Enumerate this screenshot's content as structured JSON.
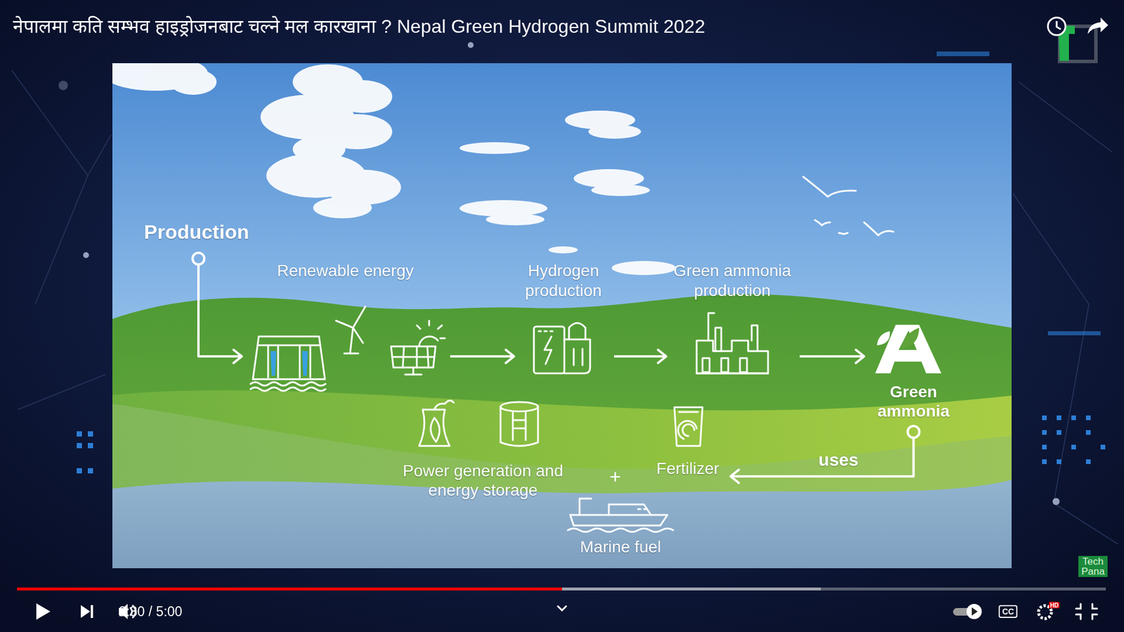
{
  "diagram": {
    "title": "नेपालमा कति सम्भव हाइड्रोजनबाट चल्ने मल कारखाना ? Nepal Green Hydrogen Summit 2022",
    "nodes": [
      {
        "text": [
          "Production"
        ]
      },
      {
        "text": [
          "Renewable energy"
        ]
      },
      {
        "text": [
          "Hydrogen production"
        ]
      },
      {
        "text": [
          "Green ammonia production"
        ]
      },
      {
        "text": [
          "Green ammonia"
        ]
      },
      {
        "text": [
          "Power generation and energy storage"
        ]
      },
      {
        "text": [
          "Fertilizer"
        ]
      },
      {
        "text": [
          "Marine fuel"
        ]
      }
    ],
    "edges": [
      {
        "from": 0,
        "to": 1,
        "arrow": "to"
      },
      {
        "from": 1,
        "to": 2,
        "arrow": "to"
      },
      {
        "from": 2,
        "to": 3,
        "arrow": "to"
      },
      {
        "from": 3,
        "to": 4,
        "arrow": "to"
      },
      {
        "from": 4,
        "to": 6,
        "label": "uses",
        "arrow": "to"
      }
    ],
    "labels": [
      "+",
      "2:30 / 5:00",
      "CC",
      "HD",
      "Tech Pana"
    ]
  }
}
